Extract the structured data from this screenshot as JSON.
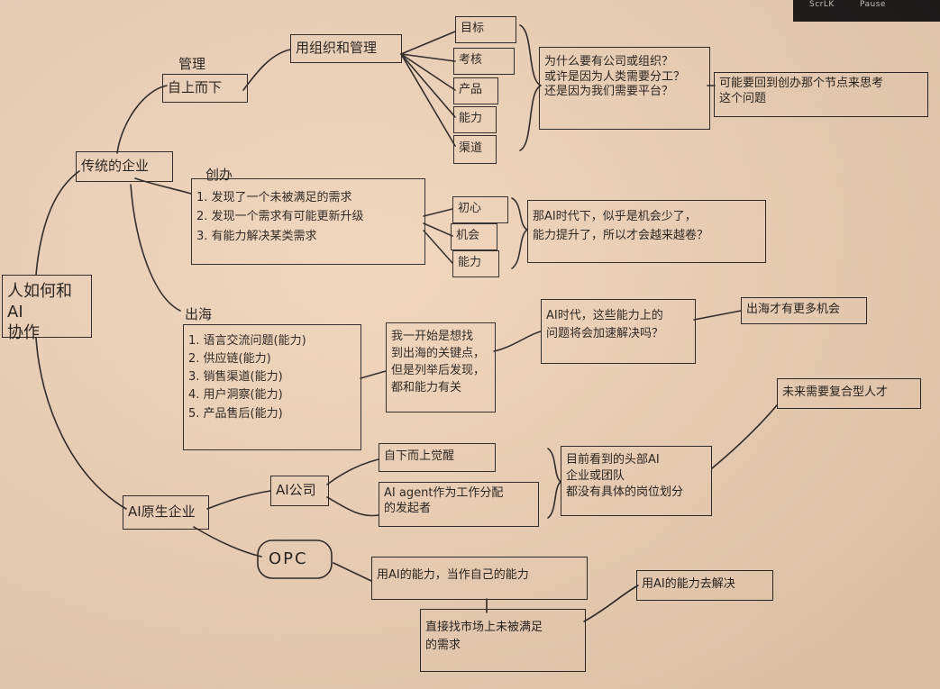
{
  "keyboard": {
    "key_1": "ScrLK",
    "key_2": "Pause"
  },
  "root": "人如何和AI\n协作",
  "traditional": {
    "title": "传统的企业",
    "management": {
      "heading": "管理",
      "label": "自上而下",
      "org": "用组织和管理",
      "items": [
        "目标",
        "考核",
        "产品",
        "能力",
        "渠道"
      ],
      "question": "为什么要有公司或组织？\n或许是因为人类需要分工？\n还是因为我们需要平台？",
      "conclusion": "可能要回到创办那个节点来思考\n这个问题"
    },
    "founding": {
      "heading": "创办",
      "reasons": "1. 发现了一个未被满足的需求\n2. 发现一个需求有可能更新升级\n3. 有能力解决某类需求",
      "factors": [
        "初心",
        "机会",
        "能力"
      ],
      "question": "那AI时代下，似乎是机会少了，\n能力提升了，所以才会越来越卷？"
    },
    "overseas": {
      "heading": "出海",
      "list": "1. 语言交流问题(能力)\n2. 供应链(能力)\n3. 销售渠道(能力)\n4. 用户洞察(能力)\n5. 产品售后(能力)",
      "reflection": "我一开始是想找\n到出海的关键点，\n但是列举后发现，\n都和能力有关",
      "question": "AI时代，这些能力上的\n问题将会加速解决吗？",
      "answer": "出海才有更多机会"
    }
  },
  "ai_native": {
    "title": "AI原生企业",
    "ai_company": {
      "label": "AI公司",
      "point_1": "自下而上觉醒",
      "point_2": "AI agent作为工作分配\n的发起者",
      "observation": "目前看到的头部AI\n企业或团队\n都没有具体的岗位划分",
      "future": "未来需要复合型人才"
    },
    "opc": {
      "label": "OPC",
      "point_1": "用AI的能力，当作自己的能力",
      "point_2": "直接找市场上未被满足\n的需求",
      "point_3": "用AI的能力去解决"
    }
  }
}
